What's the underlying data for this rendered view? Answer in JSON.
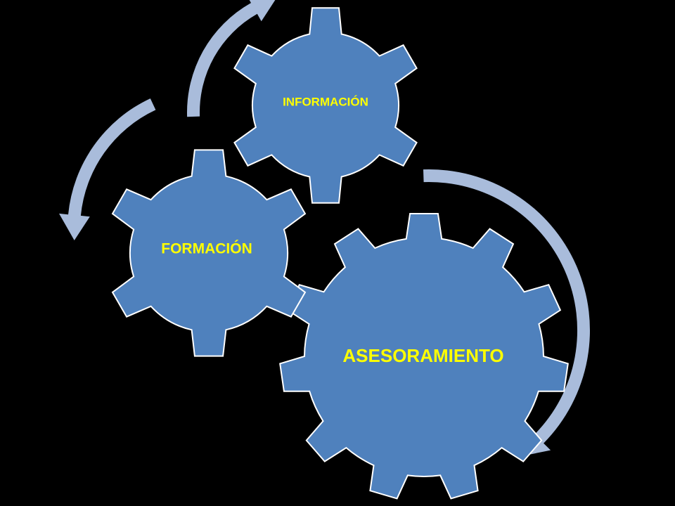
{
  "colors": {
    "background": "#000000",
    "gear_fill": "#4F81BD",
    "gear_stroke": "#FFFFFF",
    "arrow": "#A9BCDB",
    "label": "#FFFF00"
  },
  "gears": [
    {
      "id": "asesoramiento",
      "label": "ASESORAMIENTO",
      "teeth": 11
    },
    {
      "id": "formacion",
      "label": "FORMACIÓN",
      "teeth": 6
    },
    {
      "id": "informacion",
      "label": "INFORMACIÓN",
      "teeth": 6
    }
  ],
  "cycle": [
    "INFORMACIÓN",
    "FORMACIÓN",
    "ASESORAMIENTO"
  ]
}
